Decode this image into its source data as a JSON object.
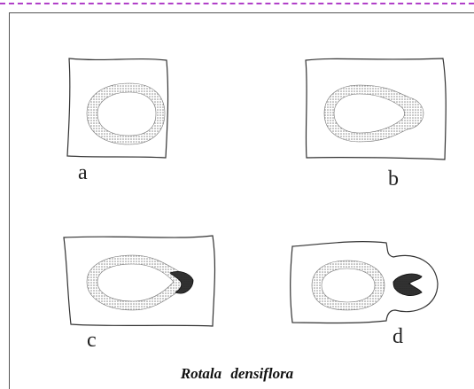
{
  "panels": [
    {
      "id": "a",
      "label": "a"
    },
    {
      "id": "b",
      "label": "b"
    },
    {
      "id": "c",
      "label": "c"
    },
    {
      "id": "d",
      "label": "d"
    }
  ],
  "caption": "Rotala densiflora",
  "colors": {
    "outline": "#333333",
    "stipple": "#8a8a8a",
    "dark_core": "#1f1f1f",
    "top_dashes": "#b040c8"
  }
}
